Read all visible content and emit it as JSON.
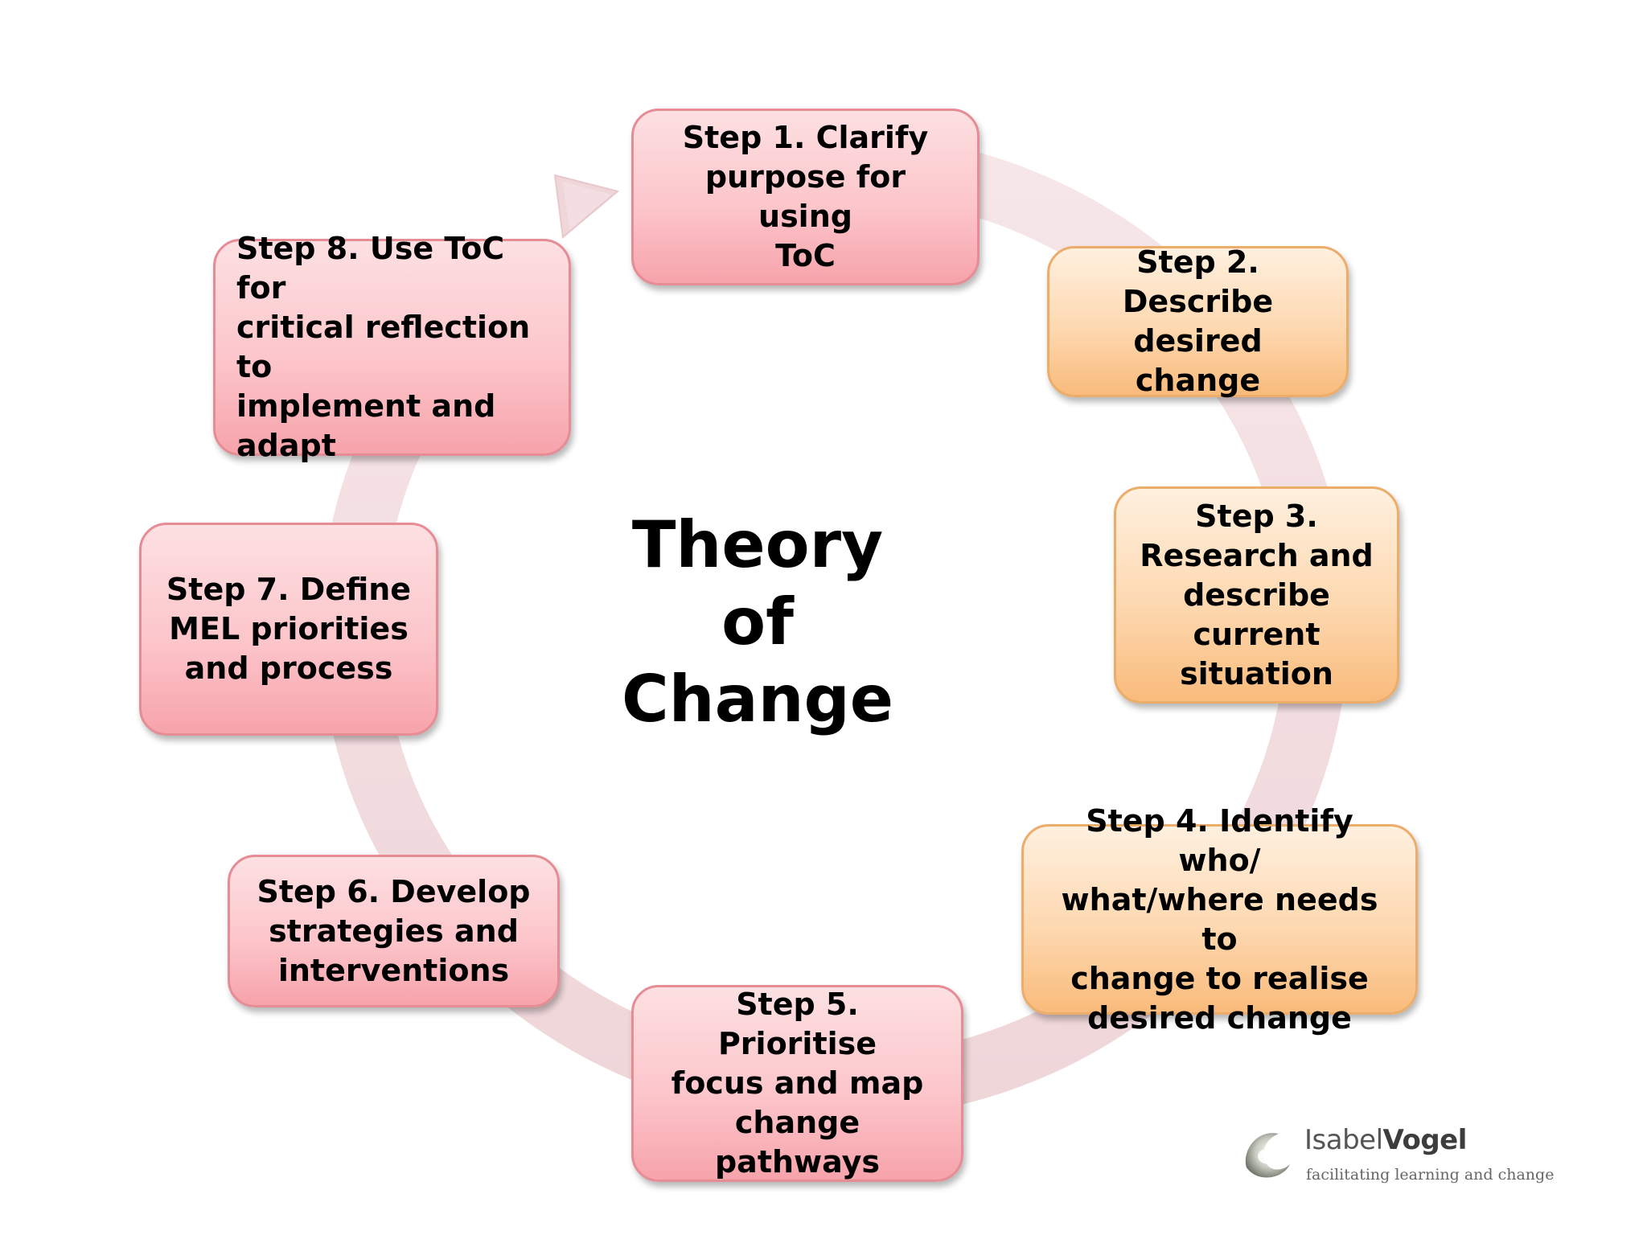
{
  "diagram": {
    "title_lines": [
      "Theory",
      "of",
      "Change"
    ],
    "steps": [
      {
        "id": "step-1",
        "text": "Step 1. Clarify\npurpose for using\nToC",
        "tone": "pink"
      },
      {
        "id": "step-2",
        "text": "Step 2. Describe\ndesired change",
        "tone": "orange"
      },
      {
        "id": "step-3",
        "text": "Step 3.\nResearch and\ndescribe\ncurrent\nsituation",
        "tone": "orange"
      },
      {
        "id": "step-4",
        "text": "Step 4. Identify who/\nwhat/where needs to\nchange to realise\ndesired change",
        "tone": "orange"
      },
      {
        "id": "step-5",
        "text": "Step 5. Prioritise\nfocus and map\nchange pathways",
        "tone": "pink"
      },
      {
        "id": "step-6",
        "text": "Step 6. Develop\nstrategies and\ninterventions",
        "tone": "pink"
      },
      {
        "id": "step-7",
        "text": "Step 7. Define\nMEL priorities\nand process",
        "tone": "pink"
      },
      {
        "id": "step-8",
        "text": "Step 8. Use ToC for\ncritical reflection to\nimplement and\nadapt",
        "tone": "pink"
      }
    ],
    "flow": "clockwise",
    "ring_color": "#f3dfe1"
  },
  "brand": {
    "name_light": "Isabel",
    "name_bold": "Vogel",
    "tagline": "facilitating learning and change"
  }
}
